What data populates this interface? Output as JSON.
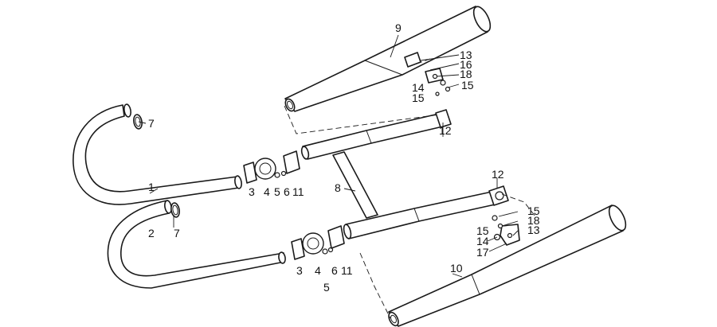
{
  "diagram": {
    "callouts": {
      "c1": "1",
      "c2": "2",
      "c3a": "3",
      "c3b": "3",
      "c4a": "4",
      "c4b": "4",
      "c5a": "5",
      "c5b": "5",
      "c6a": "6",
      "c6b": "6",
      "c7a": "7",
      "c7b": "7",
      "c8": "8",
      "c9": "9",
      "c10": "10",
      "c11a": "11",
      "c11b": "11",
      "c12a": "12",
      "c12b": "12",
      "c13a": "13",
      "c13b": "13",
      "c14a": "14",
      "c14b": "14",
      "c15a": "15",
      "c15b": "15",
      "c15c": "15",
      "c15d": "15",
      "c16": "16",
      "c17": "17",
      "c18a": "18",
      "c18b": "18"
    }
  }
}
